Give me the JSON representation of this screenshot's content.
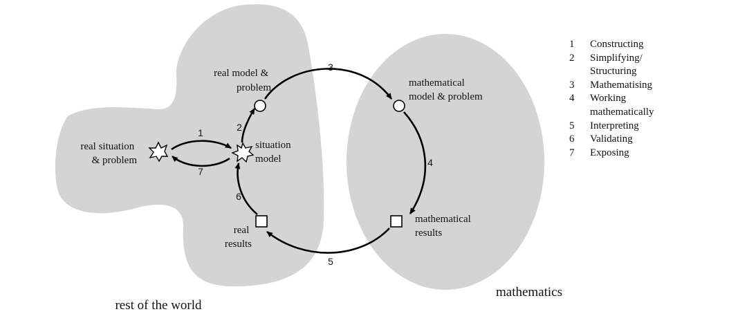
{
  "diagram": {
    "regions": {
      "rest_of_world": "rest of the world",
      "mathematics": "mathematics"
    },
    "nodes": {
      "real_situation": [
        "real situation",
        "& problem"
      ],
      "situation_model": [
        "situation",
        "model"
      ],
      "real_model": [
        "real model &",
        "problem"
      ],
      "math_model": [
        "mathematical",
        "model & problem"
      ],
      "math_results": [
        "mathematical",
        "results"
      ],
      "real_results": [
        "real",
        "results"
      ]
    },
    "edge_labels": {
      "e1": "1",
      "e2": "2",
      "e3": "3",
      "e4": "4",
      "e5": "5",
      "e6": "6",
      "e7": "7"
    }
  },
  "legend": [
    {
      "num": "1",
      "lines": [
        "Constructing"
      ]
    },
    {
      "num": "2",
      "lines": [
        "Simplifying/",
        "Structuring"
      ]
    },
    {
      "num": "3",
      "lines": [
        "Mathematising"
      ]
    },
    {
      "num": "4",
      "lines": [
        "Working",
        "mathematically"
      ]
    },
    {
      "num": "5",
      "lines": [
        "Interpreting"
      ]
    },
    {
      "num": "6",
      "lines": [
        "Validating"
      ]
    },
    {
      "num": "7",
      "lines": [
        "Exposing"
      ]
    }
  ]
}
